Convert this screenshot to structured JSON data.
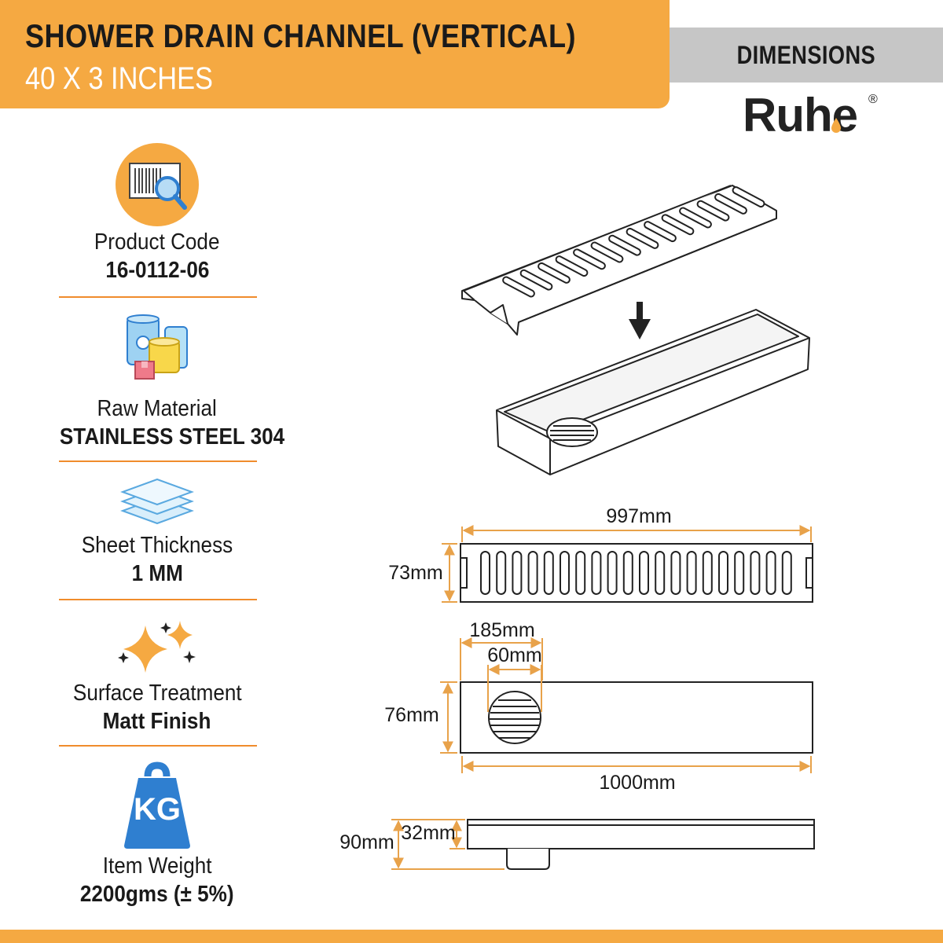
{
  "header": {
    "title": "SHOWER DRAIN CHANNEL (VERTICAL)",
    "subtitle": "40 X 3 INCHES",
    "section_label": "DIMENSIONS",
    "brand": "Ruhe",
    "brand_mark": "®"
  },
  "specs": [
    {
      "label": "Product Code",
      "value": "16-0112-06",
      "icon": "barcode-search-icon"
    },
    {
      "label": "Raw Material",
      "value": "STAINLESS STEEL 304",
      "icon": "material-cans-icon"
    },
    {
      "label": "Sheet Thickness",
      "value": "1 MM",
      "icon": "sheet-layers-icon"
    },
    {
      "label": "Surface Treatment",
      "value": "Matt Finish",
      "icon": "sparkle-icon"
    },
    {
      "label": "Item Weight",
      "value": "2200gms (± 5%)",
      "icon": "kg-weight-icon",
      "icon_text": "KG"
    }
  ],
  "dimensions": {
    "grate_length": "997mm",
    "grate_width": "73mm",
    "outlet_offset": "185mm",
    "outlet_diameter": "60mm",
    "channel_width": "76mm",
    "channel_length": "1000mm",
    "overall_height": "90mm",
    "channel_depth": "32mm"
  },
  "colors": {
    "accent_orange": "#f5a942",
    "dimension_line": "#e8a24a",
    "divider": "#f08c2c",
    "grey_band": "#c6c6c6",
    "icon_blue": "#2f7fd0"
  }
}
